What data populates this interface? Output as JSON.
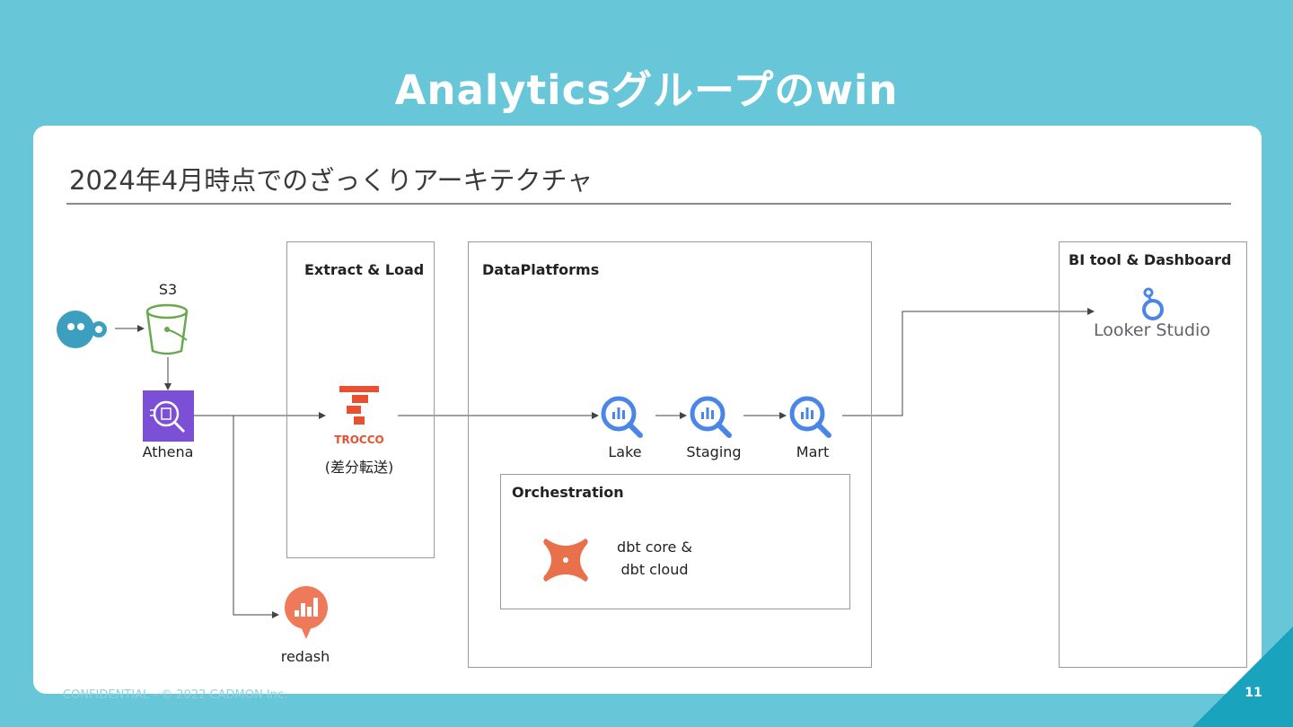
{
  "slide": {
    "title": "Analyticsグループのwin",
    "subtitle": "2024年4月時点でのざっくりアーキテクチャ",
    "footer": "CONFIDENTIAL - © 2022 CADMON Inc.",
    "page_number": "11"
  },
  "boxes": {
    "extract_load": "Extract & Load",
    "data_platforms": "DataPlatforms",
    "orchestration": "Orchestration",
    "bi_tool": "BI tool & Dashboard"
  },
  "nodes": {
    "s3": "S3",
    "athena": "Athena",
    "trocco_logo": "TROCCO",
    "trocco_note": "(差分転送)",
    "lake": "Lake",
    "staging": "Staging",
    "mart": "Mart",
    "dbt_line1": "dbt core &",
    "dbt_line2": "dbt cloud",
    "looker": "Looker Studio",
    "redash": "redash"
  },
  "colors": {
    "background": "#67c6d8",
    "corner": "#1aa3bd",
    "trocco": "#e8502f",
    "bigquery": "#4a86e8",
    "athena": "#7b4fd6",
    "redash": "#ef7a5a",
    "dbt": "#e8704a",
    "looker": "#4a86e8",
    "s3": "#6aa84f"
  },
  "icons": {
    "source_app": "cadmon-logo-icon",
    "s3": "s3-bucket-icon",
    "athena": "athena-icon",
    "trocco": "trocco-logo-icon",
    "bigquery": "bigquery-icon",
    "dbt": "dbt-logo-icon",
    "looker": "looker-studio-icon",
    "redash": "redash-icon"
  }
}
